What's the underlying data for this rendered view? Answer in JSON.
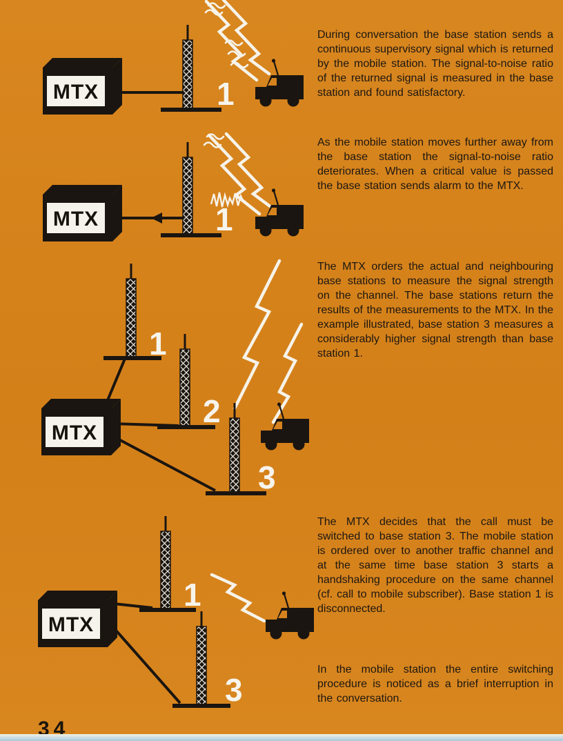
{
  "page": {
    "background_color": "#d6831f",
    "page_number": "34",
    "accent_black": "#1a1510",
    "signal_white": "#f6f3ea"
  },
  "panels": [
    {
      "mtx_label": "MTX",
      "stations": [
        "1"
      ],
      "description": "During conversation the base station sends a continuous supervisory signal which is returned by the mobile station. The signal-to-noise ratio of the returned signal is measured in the base station and found satisfactory."
    },
    {
      "mtx_label": "MTX",
      "stations": [
        "1"
      ],
      "description": "As the mobile station moves further away from the base station the signal-to-noise ratio deteriorates. When a critical value is passed the base station sends alarm to the MTX."
    },
    {
      "mtx_label": "MTX",
      "stations": [
        "1",
        "2",
        "3"
      ],
      "description": "The MTX orders the actual and neighbouring base stations to measure the signal strength on the channel. The base stations return the results of the measurements to the MTX. In the example illustrated, base station 3 measures a considerably higher signal strength than base station 1."
    },
    {
      "mtx_label": "MTX",
      "stations": [
        "1",
        "3"
      ],
      "description": "The MTX decides that the call must be switched to base station 3. The mobile station is ordered over to another traffic channel and at the same time base station 3 starts a handshaking procedure on the same channel (cf. call to mobile subscriber). Base station 1 is disconnected."
    }
  ],
  "footer_note": "In the mobile station the entire switching procedure is noticed as a brief interruption in the conversation."
}
